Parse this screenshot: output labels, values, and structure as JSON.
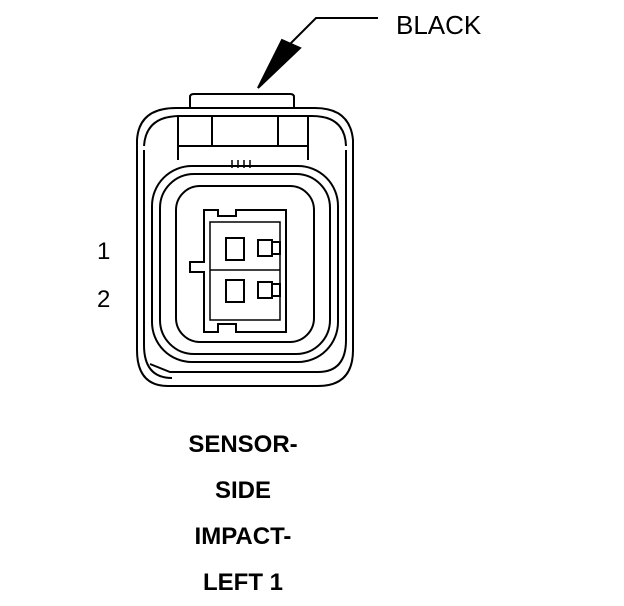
{
  "callout": {
    "label": "BLACK"
  },
  "pins": [
    {
      "label": "1"
    },
    {
      "label": "2"
    }
  ],
  "caption": {
    "lines": [
      "SENSOR-",
      "SIDE",
      "IMPACT-",
      "LEFT 1"
    ]
  }
}
